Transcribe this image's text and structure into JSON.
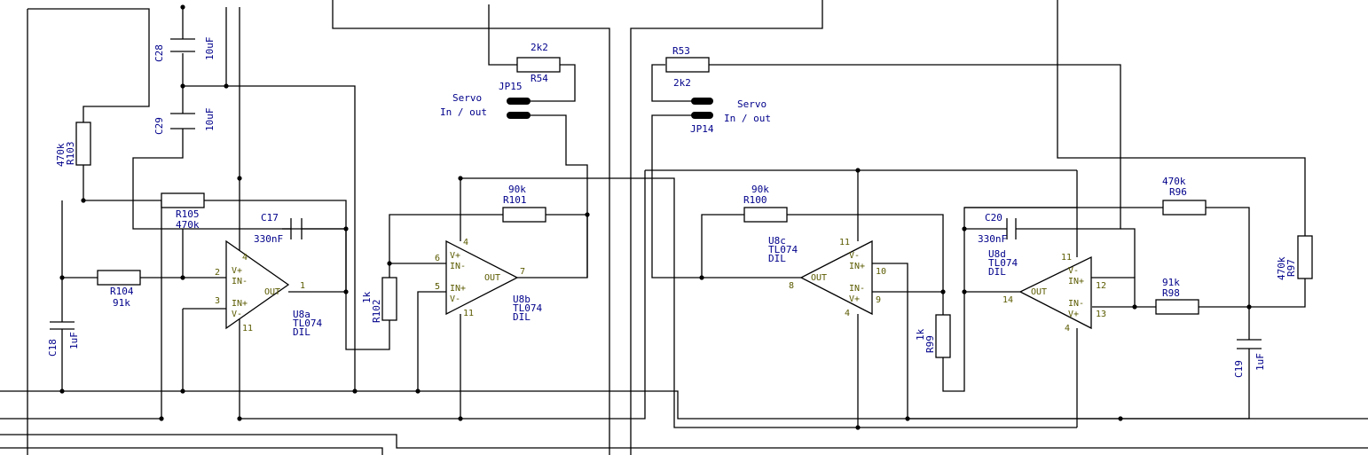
{
  "resistors": {
    "r103": {
      "ref": "R103",
      "value": "470k"
    },
    "r105": {
      "ref": "R105",
      "value": "470k"
    },
    "r104": {
      "ref": "R104",
      "value": "91k"
    },
    "r102": {
      "ref": "R102",
      "value": "1k"
    },
    "r101": {
      "ref": "R101",
      "value": "90k"
    },
    "r54": {
      "ref": "R54",
      "value": "2k2"
    },
    "r53": {
      "ref": "R53",
      "value": "2k2"
    },
    "r100": {
      "ref": "R100",
      "value": "90k"
    },
    "r99": {
      "ref": "R99",
      "value": "1k"
    },
    "r96": {
      "ref": "R96",
      "value": "470k"
    },
    "r98": {
      "ref": "R98",
      "value": "91k"
    },
    "r97": {
      "ref": "R97",
      "value": "470k"
    }
  },
  "capacitors": {
    "c28": {
      "ref": "C28",
      "value": "10uF"
    },
    "c29": {
      "ref": "C29",
      "value": "10uF"
    },
    "c18": {
      "ref": "C18",
      "value": "1uF"
    },
    "c17": {
      "ref": "C17",
      "value": "330nF"
    },
    "c20": {
      "ref": "C20",
      "value": "330nF"
    },
    "c19": {
      "ref": "C19",
      "value": "1uF"
    }
  },
  "jumpers": {
    "jp15": {
      "ref": "JP15",
      "caption1": "Servo",
      "caption2": "In / out"
    },
    "jp14": {
      "ref": "JP14",
      "caption1": "Servo",
      "caption2": "In / out"
    }
  },
  "opamps": {
    "u8a": {
      "ref": "U8a",
      "part": "TL074",
      "pkg": "DIL",
      "pin_vp": "2",
      "pin_in_m": "3",
      "pin_out": "1",
      "pin_pos": "4",
      "pin_neg": "11"
    },
    "u8b": {
      "ref": "U8b",
      "part": "TL074",
      "pkg": "DIL",
      "pin_a": "6",
      "pin_b": "5",
      "pin_out": "7",
      "pin_pos": "4",
      "pin_neg": "11"
    },
    "u8c": {
      "ref": "U8c",
      "part": "TL074",
      "pkg": "DIL",
      "pin_a": "10",
      "pin_b": "9",
      "pin_out": "8",
      "pin_pos": "11",
      "pin_neg": "4"
    },
    "u8d": {
      "ref": "U8d",
      "part": "TL074",
      "pkg": "DIL",
      "pin_a": "12",
      "pin_b": "13",
      "pin_out": "14",
      "pin_pos": "11",
      "pin_neg": "4"
    }
  },
  "pin_labels": {
    "vp": "V+",
    "vm": "V-",
    "inm": "IN-",
    "inp": "IN+",
    "out": "OUT"
  }
}
